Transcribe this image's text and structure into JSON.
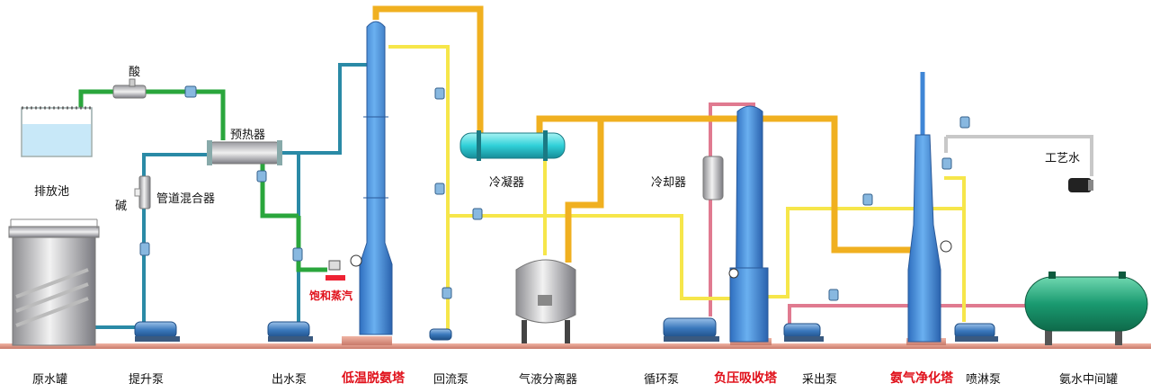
{
  "labels": {
    "acid": "酸",
    "base": "碱",
    "drain_pool": "排放池",
    "pipe_mixer": "管道混合器",
    "preheater": "预热器",
    "steam": "饱和蒸汽",
    "condenser": "冷凝器",
    "cooler": "冷却器",
    "process_water": "工艺水"
  },
  "bottom_labels": [
    "原水罐",
    "提升泵",
    "出水泵",
    "低温脱氨塔",
    "回流泵",
    "气液分离器",
    "循环泵",
    "负压吸收塔",
    "采出泵",
    "氨气净化塔",
    "喷淋泵",
    "氨水中间罐"
  ],
  "highlighted_labels": [
    "低温脱氨塔",
    "负压吸收塔",
    "氨气净化塔"
  ],
  "colors": {
    "water_line": "#2a8aa6",
    "acid_line": "#2aa63c",
    "vapor_line": "#f0b020",
    "cooling_line": "#f6e64a",
    "ammonia_line": "#e07a90",
    "process_water_line": "#c8c8c8",
    "tower_blue": "#3f86d6",
    "condenser_cyan": "#30d0d8",
    "tank_green": "#1a9a70",
    "ground": "#d98a7a",
    "highlight_red": "#e0101a"
  }
}
